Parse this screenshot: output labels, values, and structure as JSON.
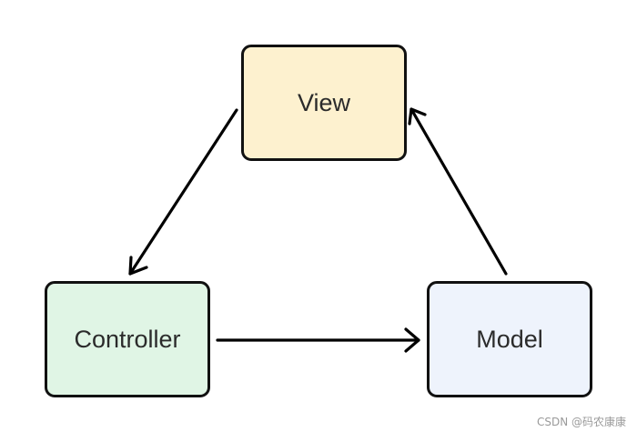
{
  "nodes": {
    "view": {
      "label": "View",
      "fill": "#fdf1cf"
    },
    "controller": {
      "label": "Controller",
      "fill": "#e0f5e5"
    },
    "model": {
      "label": "Model",
      "fill": "#eef3fc"
    }
  },
  "edges": [
    {
      "from": "view",
      "to": "controller"
    },
    {
      "from": "controller",
      "to": "model"
    },
    {
      "from": "model",
      "to": "view"
    }
  ],
  "watermark": "CSDN @码农康康"
}
